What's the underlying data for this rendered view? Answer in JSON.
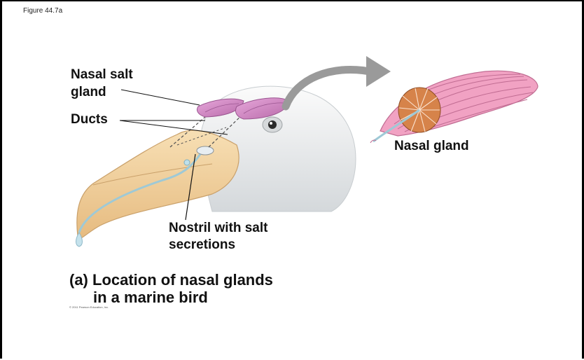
{
  "figure_id": "Figure 44.7a",
  "labels": {
    "nasal_salt_gland_line1": "Nasal salt",
    "nasal_salt_gland_line2": "gland",
    "ducts": "Ducts",
    "nostril_line1": "Nostril with salt",
    "nostril_line2": "secretions",
    "nasal_gland": "Nasal gland"
  },
  "caption": {
    "line1": "(a) Location of nasal glands",
    "line2": "in a marine bird"
  },
  "copyright": "© 2011 Pearson Education, Inc.",
  "colors": {
    "gland_pink": "#d98fc9",
    "gland_lobe_pink": "#ee8fb6",
    "beak": "#f3d3a0",
    "head": "#eceeef",
    "duct_blue": "#9ec9d6",
    "arrow_gray": "#9a9a9a",
    "tissue_orange": "#d6834a"
  }
}
